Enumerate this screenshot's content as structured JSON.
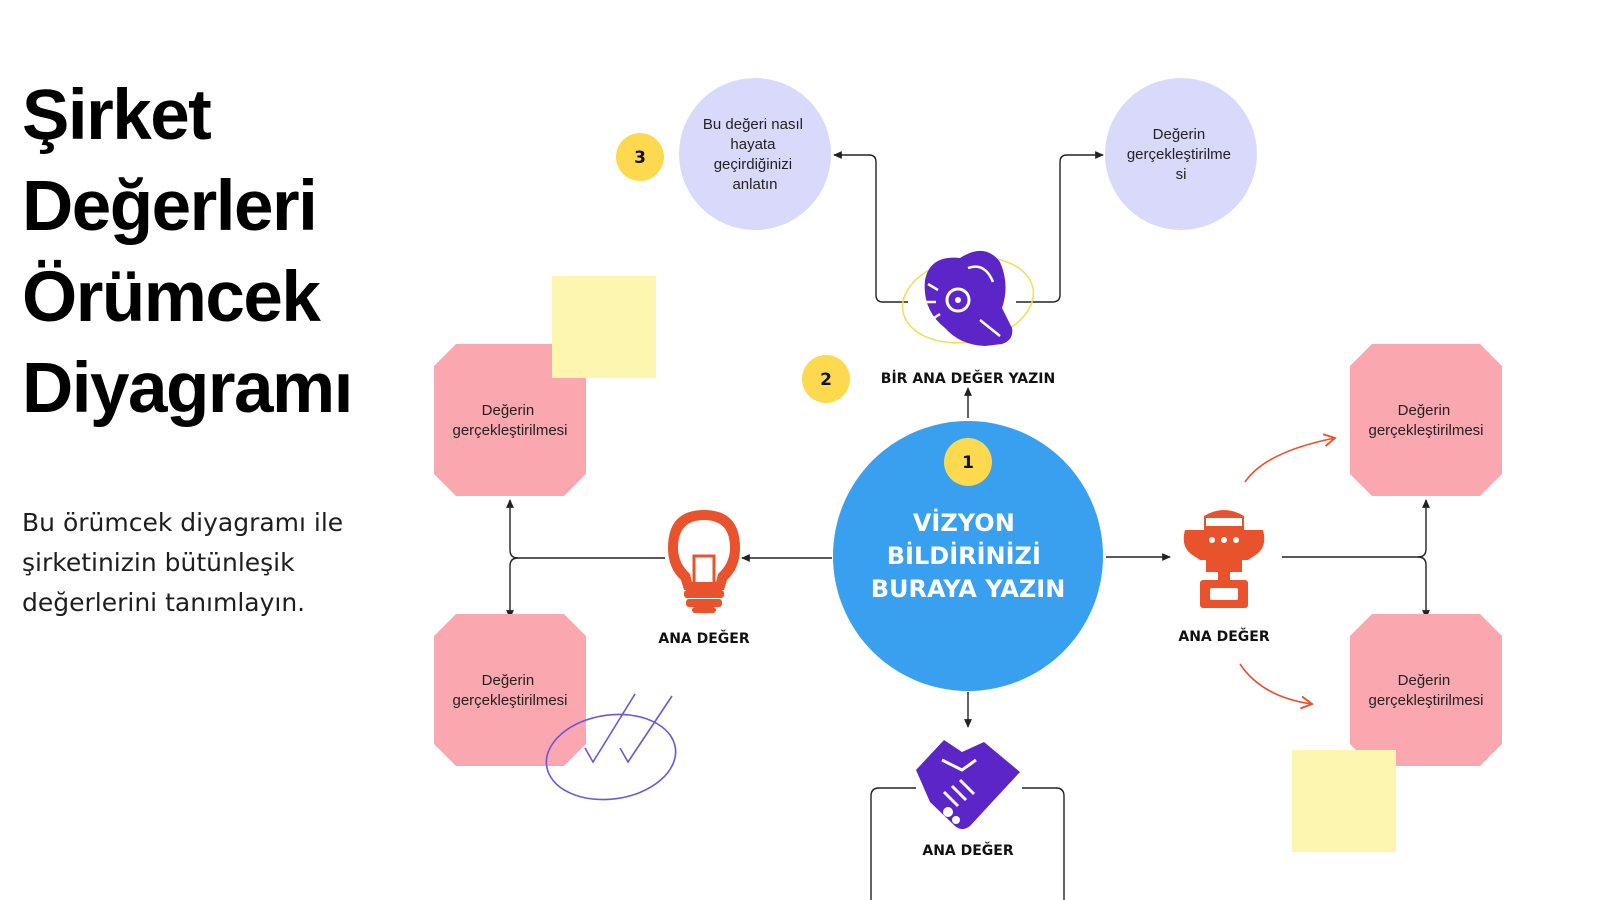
{
  "title_lines": [
    "Şirket",
    "Değerleri",
    "Örümcek",
    "Diyagramı"
  ],
  "subtitle": "Bu örümcek diyagramı ile şirketinizin bütünleşik değerlerini tanımlayın.",
  "center": {
    "lines": [
      "VİZYON",
      "BİLDİRİNİZİ",
      "BURAYA YAZIN"
    ],
    "badge": "1"
  },
  "values": {
    "top": {
      "label": "BİR ANA DEĞER YAZIN",
      "badge": "2",
      "icon": "ok-hand-icon"
    },
    "left": {
      "label": "ANA DEĞER",
      "icon": "lightbulb-icon"
    },
    "right": {
      "label": "ANA DEĞER",
      "icon": "trophy-icon"
    },
    "bottom": {
      "label": "ANA DEĞER",
      "icon": "handshake-icon"
    }
  },
  "circles": {
    "how": {
      "lines": [
        "Bu değeri nasıl",
        "hayata",
        "geçirdiğinizi",
        "anlatın"
      ],
      "badge": "3"
    },
    "realize": {
      "lines": [
        "Değerin",
        "gerçekleştirilme",
        "si"
      ]
    }
  },
  "octagons": {
    "left_top": [
      "Değerin",
      "gerçekleştirilmesi"
    ],
    "left_bottom": [
      "Değerin",
      "gerçekleştirilmesi"
    ],
    "right_top": [
      "Değerin",
      "gerçekleştirilmesi"
    ],
    "right_bottom": [
      "Değerin",
      "gerçekleştirilmesi"
    ]
  },
  "colors": {
    "center_blue": "#38A0EF",
    "badge_yellow": "#FCD94E",
    "lavender": "#D9D9FB",
    "pink": "#FBA7B0",
    "sticky_yellow": "#FCF6B1",
    "purple_icon": "#5B25C8",
    "orange_icon": "#E8532D"
  }
}
